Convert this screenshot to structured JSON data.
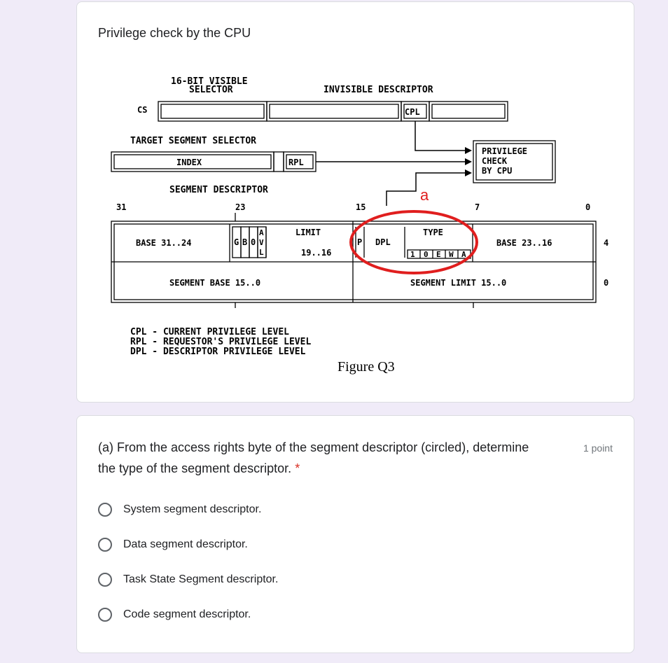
{
  "card1": {
    "title": "Privilege check by the CPU",
    "figure": {
      "visible_selector_label_1": "16-BIT VISIBLE",
      "visible_selector_label_2": "SELECTOR",
      "invisible_descriptor_label": "INVISIBLE DESCRIPTOR",
      "cs_label": "CS",
      "cpl_label": "CPL",
      "target_selector_label": "TARGET SEGMENT SELECTOR",
      "index_label": "INDEX",
      "rpl_label": "RPL",
      "privilege_check_1": "PRIVILEGE",
      "privilege_check_2": "CHECK",
      "privilege_check_3": "BY CPU",
      "segment_descriptor_label": "SEGMENT DESCRIPTOR",
      "annotation": "a",
      "bit_31": "31",
      "bit_23": "23",
      "bit_15": "15",
      "bit_7": "7",
      "bit_0": "0",
      "base_31_24": "BASE 31..24",
      "flag_g": "G",
      "flag_b": "B",
      "flag_0": "0",
      "flag_avl": [
        "A",
        "V",
        "L"
      ],
      "limit_label": "LIMIT",
      "limit_bits": "19..16",
      "p_label": "P",
      "dpl_label": "DPL",
      "type_label": "TYPE",
      "type_bits": [
        "1",
        "0",
        "E",
        "W",
        "A"
      ],
      "base_23_16": "BASE 23..16",
      "offset_4": "4",
      "segment_base": "SEGMENT BASE 15..0",
      "segment_limit": "SEGMENT LIMIT 15..0",
      "offset_0": "0",
      "legend": [
        "CPL - CURRENT PRIVILEGE LEVEL",
        "RPL - REQUESTOR'S PRIVILEGE LEVEL",
        "DPL - DESCRIPTOR PRIVILEGE LEVEL"
      ],
      "caption": "Figure Q3",
      "colors": {
        "circle": "#e01e1e",
        "ink": "#000000"
      }
    }
  },
  "card2": {
    "question": "(a) From the access rights byte of the segment descriptor (circled), determine the type of the segment descriptor.",
    "required_mark": "*",
    "points": "1 point",
    "options": [
      "System segment descriptor.",
      "Data segment descriptor.",
      "Task State Segment descriptor.",
      "Code segment descriptor."
    ]
  }
}
